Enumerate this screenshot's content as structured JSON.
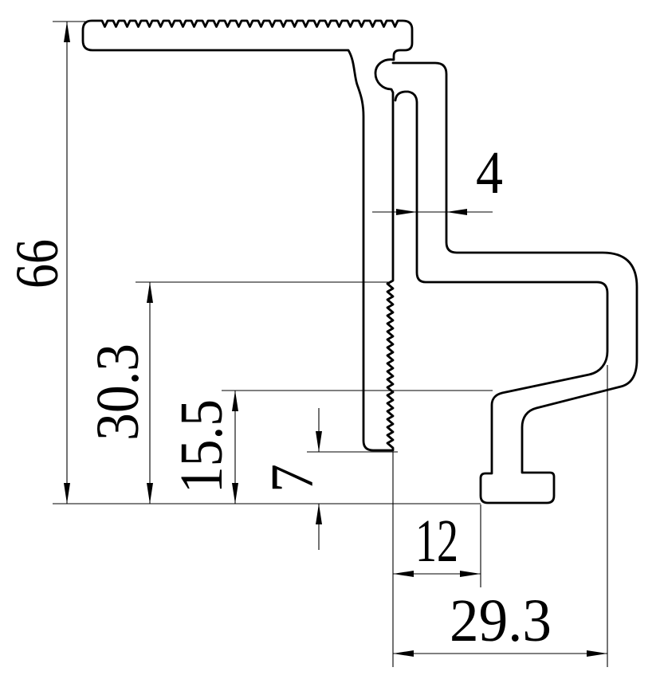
{
  "drawing": {
    "background": "#ffffff",
    "line_color": "#000000",
    "dimensions": {
      "overall_height": "66",
      "serration_top_height": "30.3",
      "hook_inner_height": "15.5",
      "foot_height": "7",
      "wall_thickness": "4",
      "foot_offset_width": "12",
      "clamp_width": "29.3"
    }
  }
}
